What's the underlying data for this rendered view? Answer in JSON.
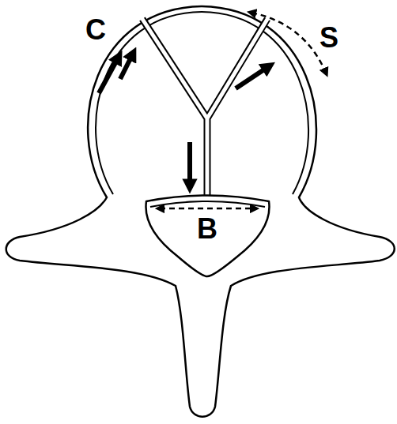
{
  "diagram": {
    "labels": [
      "C",
      "S",
      "B"
    ]
  }
}
